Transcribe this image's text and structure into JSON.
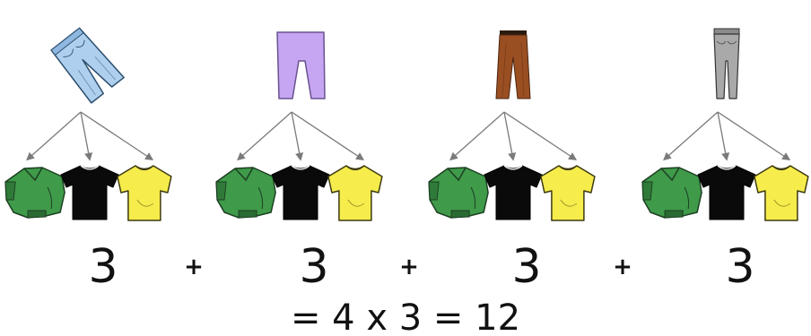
{
  "groups": [
    {
      "pants": {
        "icon": "light-blue-jeans-icon",
        "color": "#aed0ee"
      },
      "shirts": [
        {
          "icon": "green-sweater-icon",
          "color": "#3f9a4a"
        },
        {
          "icon": "black-tshirt-icon",
          "color": "#0a0a0a"
        },
        {
          "icon": "yellow-tshirt-icon",
          "color": "#f6ec4c"
        }
      ],
      "count": "3"
    },
    {
      "pants": {
        "icon": "lavender-leggings-icon",
        "color": "#c6a6f2"
      },
      "shirts": [
        {
          "icon": "green-sweater-icon",
          "color": "#3f9a4a"
        },
        {
          "icon": "black-tshirt-icon",
          "color": "#0a0a0a"
        },
        {
          "icon": "yellow-tshirt-icon",
          "color": "#f6ec4c"
        }
      ],
      "count": "3"
    },
    {
      "pants": {
        "icon": "brown-trousers-icon",
        "color": "#9a4f22"
      },
      "shirts": [
        {
          "icon": "green-sweater-icon",
          "color": "#3f9a4a"
        },
        {
          "icon": "black-tshirt-icon",
          "color": "#0a0a0a"
        },
        {
          "icon": "yellow-tshirt-icon",
          "color": "#f6ec4c"
        }
      ],
      "count": "3"
    },
    {
      "pants": {
        "icon": "grey-jeans-icon",
        "color": "#a9a9a9"
      },
      "shirts": [
        {
          "icon": "green-sweater-icon",
          "color": "#3f9a4a"
        },
        {
          "icon": "black-tshirt-icon",
          "color": "#0a0a0a"
        },
        {
          "icon": "yellow-tshirt-icon",
          "color": "#f6ec4c"
        }
      ],
      "count": "3"
    }
  ],
  "operators": [
    "+",
    "+",
    "+"
  ],
  "equation": "= 4 x 3 = 12",
  "colors": {
    "arrow": "#7a7a7a",
    "text": "#111111"
  }
}
